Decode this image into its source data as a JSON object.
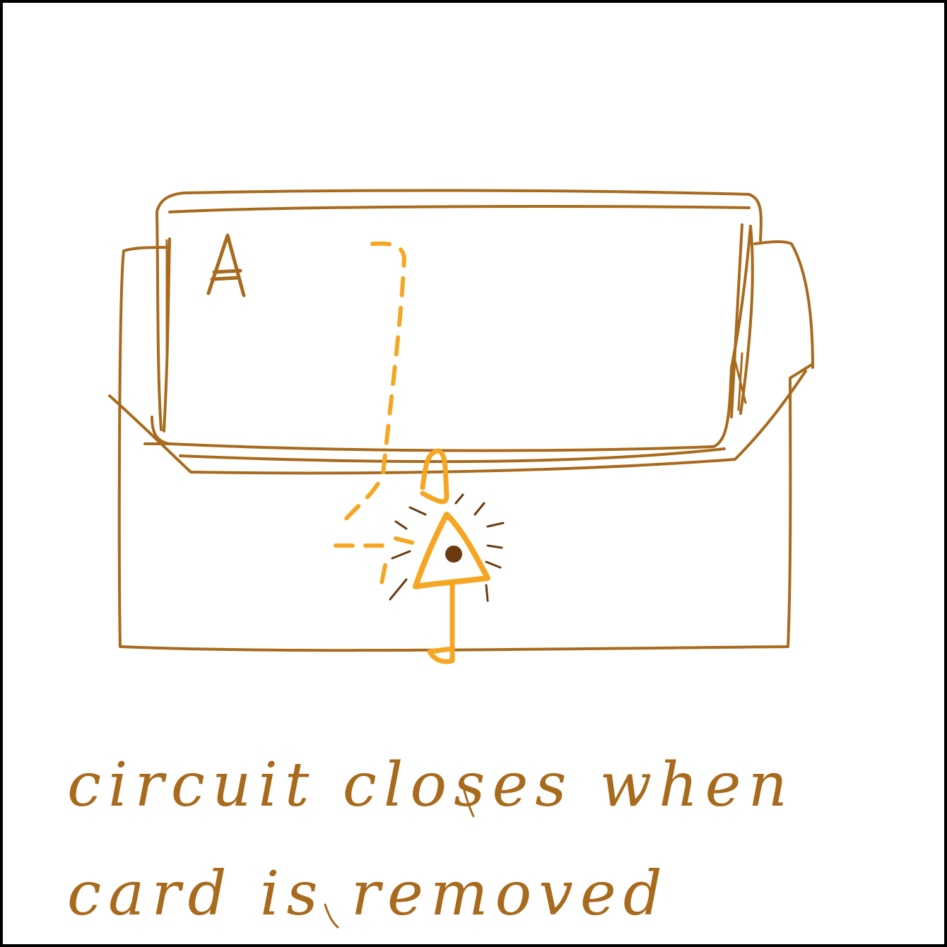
{
  "sketch": {
    "card_label": "A",
    "caption": {
      "line1": "circuit closes when",
      "line2": "card is removed"
    }
  },
  "colors": {
    "ink_brown": "#A86A1C",
    "ink_orange": "#F5A623",
    "dot": "#6B3A10",
    "frame": "#000000"
  },
  "icons": {
    "switch": "light-sensor-icon"
  }
}
